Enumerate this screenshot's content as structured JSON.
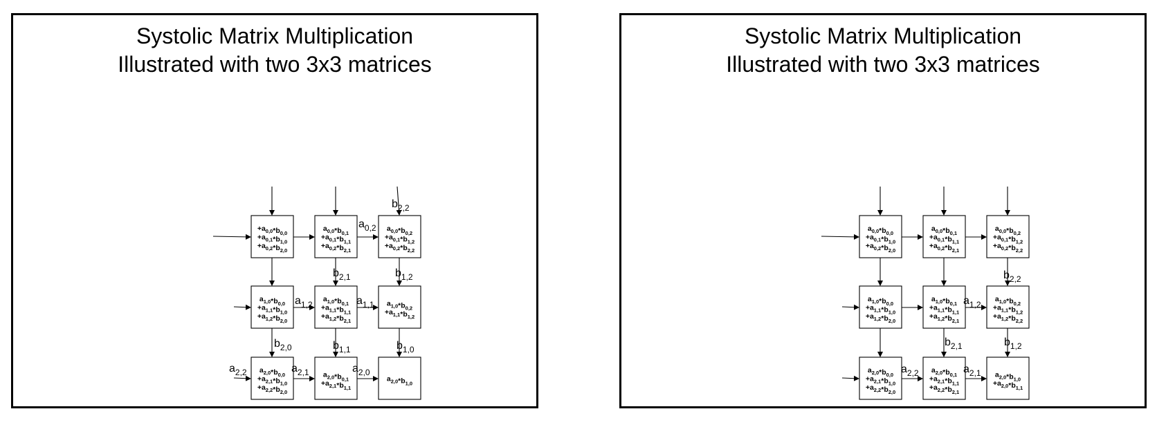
{
  "slides": [
    {
      "title_line1": "Systolic Matrix Multiplication",
      "title_line2": "Illustrated with two 3x3 matrices",
      "cells": [
        [
          [
            [
              [
                "+",
                ""
              ],
              [
                "a",
                "0,0"
              ],
              [
                "*",
                ""
              ],
              [
                "b",
                "0,0"
              ]
            ],
            [
              [
                "+",
                ""
              ],
              [
                "a",
                "0,1"
              ],
              [
                "*",
                ""
              ],
              [
                "b",
                "1,0"
              ]
            ],
            [
              [
                "+",
                ""
              ],
              [
                "a",
                "0,2"
              ],
              [
                "*",
                ""
              ],
              [
                "b",
                "2,0"
              ]
            ]
          ],
          [
            [
              [
                "",
                ""
              ],
              [
                "a",
                "0,0"
              ],
              [
                "*",
                ""
              ],
              [
                "b",
                "0,1"
              ]
            ],
            [
              [
                "+",
                ""
              ],
              [
                "a",
                "0,1"
              ],
              [
                "*",
                ""
              ],
              [
                "b",
                "1,1"
              ]
            ],
            [
              [
                "+",
                ""
              ],
              [
                "a",
                "0,2"
              ],
              [
                "*",
                ""
              ],
              [
                "b",
                "2,1"
              ]
            ]
          ],
          [
            [
              [
                "",
                ""
              ],
              [
                "a",
                "0,0"
              ],
              [
                "*",
                ""
              ],
              [
                "b",
                "0,2"
              ]
            ],
            [
              [
                "+",
                ""
              ],
              [
                "a",
                "0,1"
              ],
              [
                "*",
                ""
              ],
              [
                "b",
                "1,2"
              ]
            ],
            [
              [
                "+",
                ""
              ],
              [
                "a",
                "0,2"
              ],
              [
                "*",
                ""
              ],
              [
                "b",
                "2,2"
              ]
            ]
          ]
        ],
        [
          [
            [
              [
                "",
                ""
              ],
              [
                "a",
                "1,0"
              ],
              [
                "*",
                ""
              ],
              [
                "b",
                "0,0"
              ]
            ],
            [
              [
                "+",
                ""
              ],
              [
                "a",
                "1,1"
              ],
              [
                "*",
                ""
              ],
              [
                "b",
                "1,0"
              ]
            ],
            [
              [
                "+",
                ""
              ],
              [
                "a",
                "1,2"
              ],
              [
                "*",
                ""
              ],
              [
                "b",
                "2,0"
              ]
            ]
          ],
          [
            [
              [
                "",
                ""
              ],
              [
                "a",
                "1,0"
              ],
              [
                "*",
                ""
              ],
              [
                "b",
                "0,1"
              ]
            ],
            [
              [
                "+",
                ""
              ],
              [
                "a",
                "1,1"
              ],
              [
                "*",
                ""
              ],
              [
                "b",
                "1,1"
              ]
            ],
            [
              [
                "+",
                ""
              ],
              [
                "a",
                "1,2"
              ],
              [
                "*",
                ""
              ],
              [
                "b",
                "2,1"
              ]
            ]
          ],
          [
            [
              [
                "",
                ""
              ],
              [
                "a",
                "1,0"
              ],
              [
                "*",
                ""
              ],
              [
                "b",
                "0,2"
              ]
            ],
            [
              [
                "+",
                ""
              ],
              [
                "a",
                "1,1"
              ],
              [
                "*",
                ""
              ],
              [
                "b",
                "1,2"
              ]
            ]
          ]
        ],
        [
          [
            [
              [
                "",
                ""
              ],
              [
                "a",
                "2,0"
              ],
              [
                "*",
                ""
              ],
              [
                "b",
                "0,0"
              ]
            ],
            [
              [
                "+",
                ""
              ],
              [
                "a",
                "2,1"
              ],
              [
                "*",
                ""
              ],
              [
                "b",
                "1,0"
              ]
            ],
            [
              [
                "+",
                ""
              ],
              [
                "a",
                "2,2"
              ],
              [
                "*",
                ""
              ],
              [
                "b",
                "2,0"
              ]
            ]
          ],
          [
            [
              [
                "",
                ""
              ],
              [
                "a",
                "2,0"
              ],
              [
                "*",
                ""
              ],
              [
                "b",
                "0,1"
              ]
            ],
            [
              [
                "+",
                ""
              ],
              [
                "a",
                "2,1"
              ],
              [
                "*",
                ""
              ],
              [
                "b",
                "1,1"
              ]
            ]
          ],
          [
            [
              [
                "",
                ""
              ],
              [
                "a",
                "2,0"
              ],
              [
                "*",
                ""
              ],
              [
                "b",
                "1,0"
              ]
            ]
          ]
        ]
      ],
      "labels": [
        {
          "id": "b22-top",
          "base": "b",
          "sub": "2,2"
        },
        {
          "id": "a02",
          "base": "a",
          "sub": "0,2"
        },
        {
          "id": "b21",
          "base": "b",
          "sub": "2,1"
        },
        {
          "id": "b12",
          "base": "b",
          "sub": "1,2"
        },
        {
          "id": "a12",
          "base": "a",
          "sub": "1,2"
        },
        {
          "id": "a11",
          "base": "a",
          "sub": "1,1"
        },
        {
          "id": "b20",
          "base": "b",
          "sub": "2,0"
        },
        {
          "id": "b11",
          "base": "b",
          "sub": "1,1"
        },
        {
          "id": "b10",
          "base": "b",
          "sub": "1,0"
        },
        {
          "id": "a22",
          "base": "a",
          "sub": "2,2"
        },
        {
          "id": "a21",
          "base": "a",
          "sub": "2,1"
        },
        {
          "id": "a20",
          "base": "a",
          "sub": "2,0"
        }
      ]
    },
    {
      "title_line1": "Systolic Matrix Multiplication",
      "title_line2": "Illustrated with two 3x3 matrices",
      "cells": [
        [
          [
            [
              [
                "",
                ""
              ],
              [
                "a",
                "0,0"
              ],
              [
                "*",
                ""
              ],
              [
                "b",
                "0,0"
              ]
            ],
            [
              [
                "+",
                ""
              ],
              [
                "a",
                "0,1"
              ],
              [
                "*",
                ""
              ],
              [
                "b",
                "1,0"
              ]
            ],
            [
              [
                "+",
                ""
              ],
              [
                "a",
                "0,2"
              ],
              [
                "*",
                ""
              ],
              [
                "b",
                "2,0"
              ]
            ]
          ],
          [
            [
              [
                "",
                ""
              ],
              [
                "a",
                "0,0"
              ],
              [
                "*",
                ""
              ],
              [
                "b",
                "0,1"
              ]
            ],
            [
              [
                "+",
                ""
              ],
              [
                "a",
                "0,1"
              ],
              [
                "*",
                ""
              ],
              [
                "b",
                "1,1"
              ]
            ],
            [
              [
                "+",
                ""
              ],
              [
                "a",
                "0,2"
              ],
              [
                "*",
                ""
              ],
              [
                "b",
                "2,1"
              ]
            ]
          ],
          [
            [
              [
                "",
                ""
              ],
              [
                "a",
                "0,0"
              ],
              [
                "*",
                ""
              ],
              [
                "b",
                "0,2"
              ]
            ],
            [
              [
                "+",
                ""
              ],
              [
                "a",
                "0,1"
              ],
              [
                "*",
                ""
              ],
              [
                "b",
                "1,2"
              ]
            ],
            [
              [
                "+",
                ""
              ],
              [
                "a",
                "0,2"
              ],
              [
                "*",
                ""
              ],
              [
                "b",
                "2,2"
              ]
            ]
          ]
        ],
        [
          [
            [
              [
                "",
                ""
              ],
              [
                "a",
                "1,0"
              ],
              [
                "*",
                ""
              ],
              [
                "b",
                "0,0"
              ]
            ],
            [
              [
                "+",
                ""
              ],
              [
                "a",
                "1,1"
              ],
              [
                "*",
                ""
              ],
              [
                "b",
                "1,0"
              ]
            ],
            [
              [
                "+",
                ""
              ],
              [
                "a",
                "1,2"
              ],
              [
                "*",
                ""
              ],
              [
                "b",
                "2,0"
              ]
            ]
          ],
          [
            [
              [
                "",
                ""
              ],
              [
                "a",
                "1,0"
              ],
              [
                "*",
                ""
              ],
              [
                "b",
                "0,1"
              ]
            ],
            [
              [
                "+",
                ""
              ],
              [
                "a",
                "1,1"
              ],
              [
                "*",
                ""
              ],
              [
                "b",
                "1,1"
              ]
            ],
            [
              [
                "+",
                ""
              ],
              [
                "a",
                "1,2"
              ],
              [
                "*",
                ""
              ],
              [
                "b",
                "2,1"
              ]
            ]
          ],
          [
            [
              [
                "",
                ""
              ],
              [
                "a",
                "1,0"
              ],
              [
                "*",
                ""
              ],
              [
                "b",
                "0,2"
              ]
            ],
            [
              [
                "+",
                ""
              ],
              [
                "a",
                "1,1"
              ],
              [
                "*",
                ""
              ],
              [
                "b",
                "1,2"
              ]
            ],
            [
              [
                "+",
                ""
              ],
              [
                "a",
                "1,2"
              ],
              [
                "*",
                ""
              ],
              [
                "b",
                "2,2"
              ]
            ]
          ]
        ],
        [
          [
            [
              [
                "",
                ""
              ],
              [
                "a",
                "2,0"
              ],
              [
                "*",
                ""
              ],
              [
                "b",
                "0,0"
              ]
            ],
            [
              [
                "+",
                ""
              ],
              [
                "a",
                "2,1"
              ],
              [
                "*",
                ""
              ],
              [
                "b",
                "1,0"
              ]
            ],
            [
              [
                "+",
                ""
              ],
              [
                "a",
                "2,2"
              ],
              [
                "*",
                ""
              ],
              [
                "b",
                "2,0"
              ]
            ]
          ],
          [
            [
              [
                "",
                ""
              ],
              [
                "a",
                "2,0"
              ],
              [
                "*",
                ""
              ],
              [
                "b",
                "0,1"
              ]
            ],
            [
              [
                "+",
                ""
              ],
              [
                "a",
                "2,1"
              ],
              [
                "*",
                ""
              ],
              [
                "b",
                "1,1"
              ]
            ],
            [
              [
                "+",
                ""
              ],
              [
                "a",
                "2,2"
              ],
              [
                "*",
                ""
              ],
              [
                "b",
                "2,1"
              ]
            ]
          ],
          [
            [
              [
                "",
                ""
              ],
              [
                "a",
                "2,0"
              ],
              [
                "*",
                ""
              ],
              [
                "b",
                "1,0"
              ]
            ],
            [
              [
                "+",
                ""
              ],
              [
                "a",
                "2,0"
              ],
              [
                "*",
                ""
              ],
              [
                "b",
                "1,1"
              ]
            ]
          ]
        ]
      ],
      "labels": [
        {
          "id": "b22",
          "base": "b",
          "sub": "2,2"
        },
        {
          "id": "a12",
          "base": "a",
          "sub": "1,2"
        },
        {
          "id": "a22",
          "base": "a",
          "sub": "2,2"
        },
        {
          "id": "b21",
          "base": "b",
          "sub": "2,1"
        },
        {
          "id": "a21",
          "base": "a",
          "sub": "2,1"
        },
        {
          "id": "b12",
          "base": "b",
          "sub": "1,2"
        }
      ]
    }
  ]
}
